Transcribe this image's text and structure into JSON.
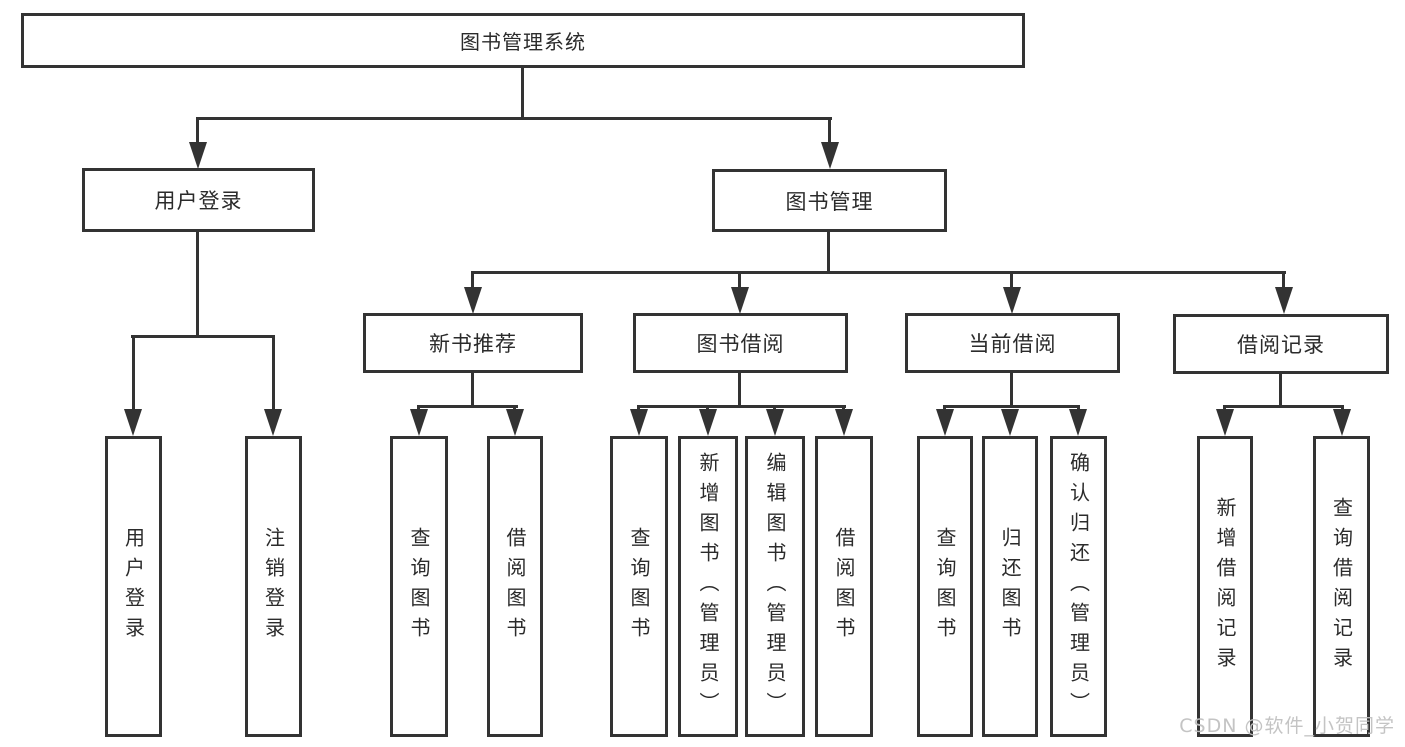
{
  "diagram": {
    "title_node": {
      "label": "图书管理系统"
    },
    "level2": [
      {
        "label": "用户登录"
      },
      {
        "label": "图书管理"
      }
    ],
    "level3": [
      {
        "label": "新书推荐"
      },
      {
        "label": "图书借阅"
      },
      {
        "label": "当前借阅"
      },
      {
        "label": "借阅记录"
      }
    ],
    "leaves": [
      {
        "label": "用户登录"
      },
      {
        "label": "注销登录"
      },
      {
        "label": "查询图书"
      },
      {
        "label": "借阅图书"
      },
      {
        "label": "查询图书"
      },
      {
        "label": "新增图书（管理员）"
      },
      {
        "label": "编辑图书（管理员）"
      },
      {
        "label": "借阅图书"
      },
      {
        "label": "查询图书"
      },
      {
        "label": "归还图书"
      },
      {
        "label": "确认归还（管理员）"
      },
      {
        "label": "新增借阅记录"
      },
      {
        "label": "查询借阅记录"
      }
    ],
    "colors": {
      "line": "#333333",
      "box_background": "#ffffff",
      "text": "#2b2b2b",
      "watermark": "#c1c1c1"
    }
  },
  "watermark": {
    "text": "CSDN @软件_小贺同学"
  }
}
